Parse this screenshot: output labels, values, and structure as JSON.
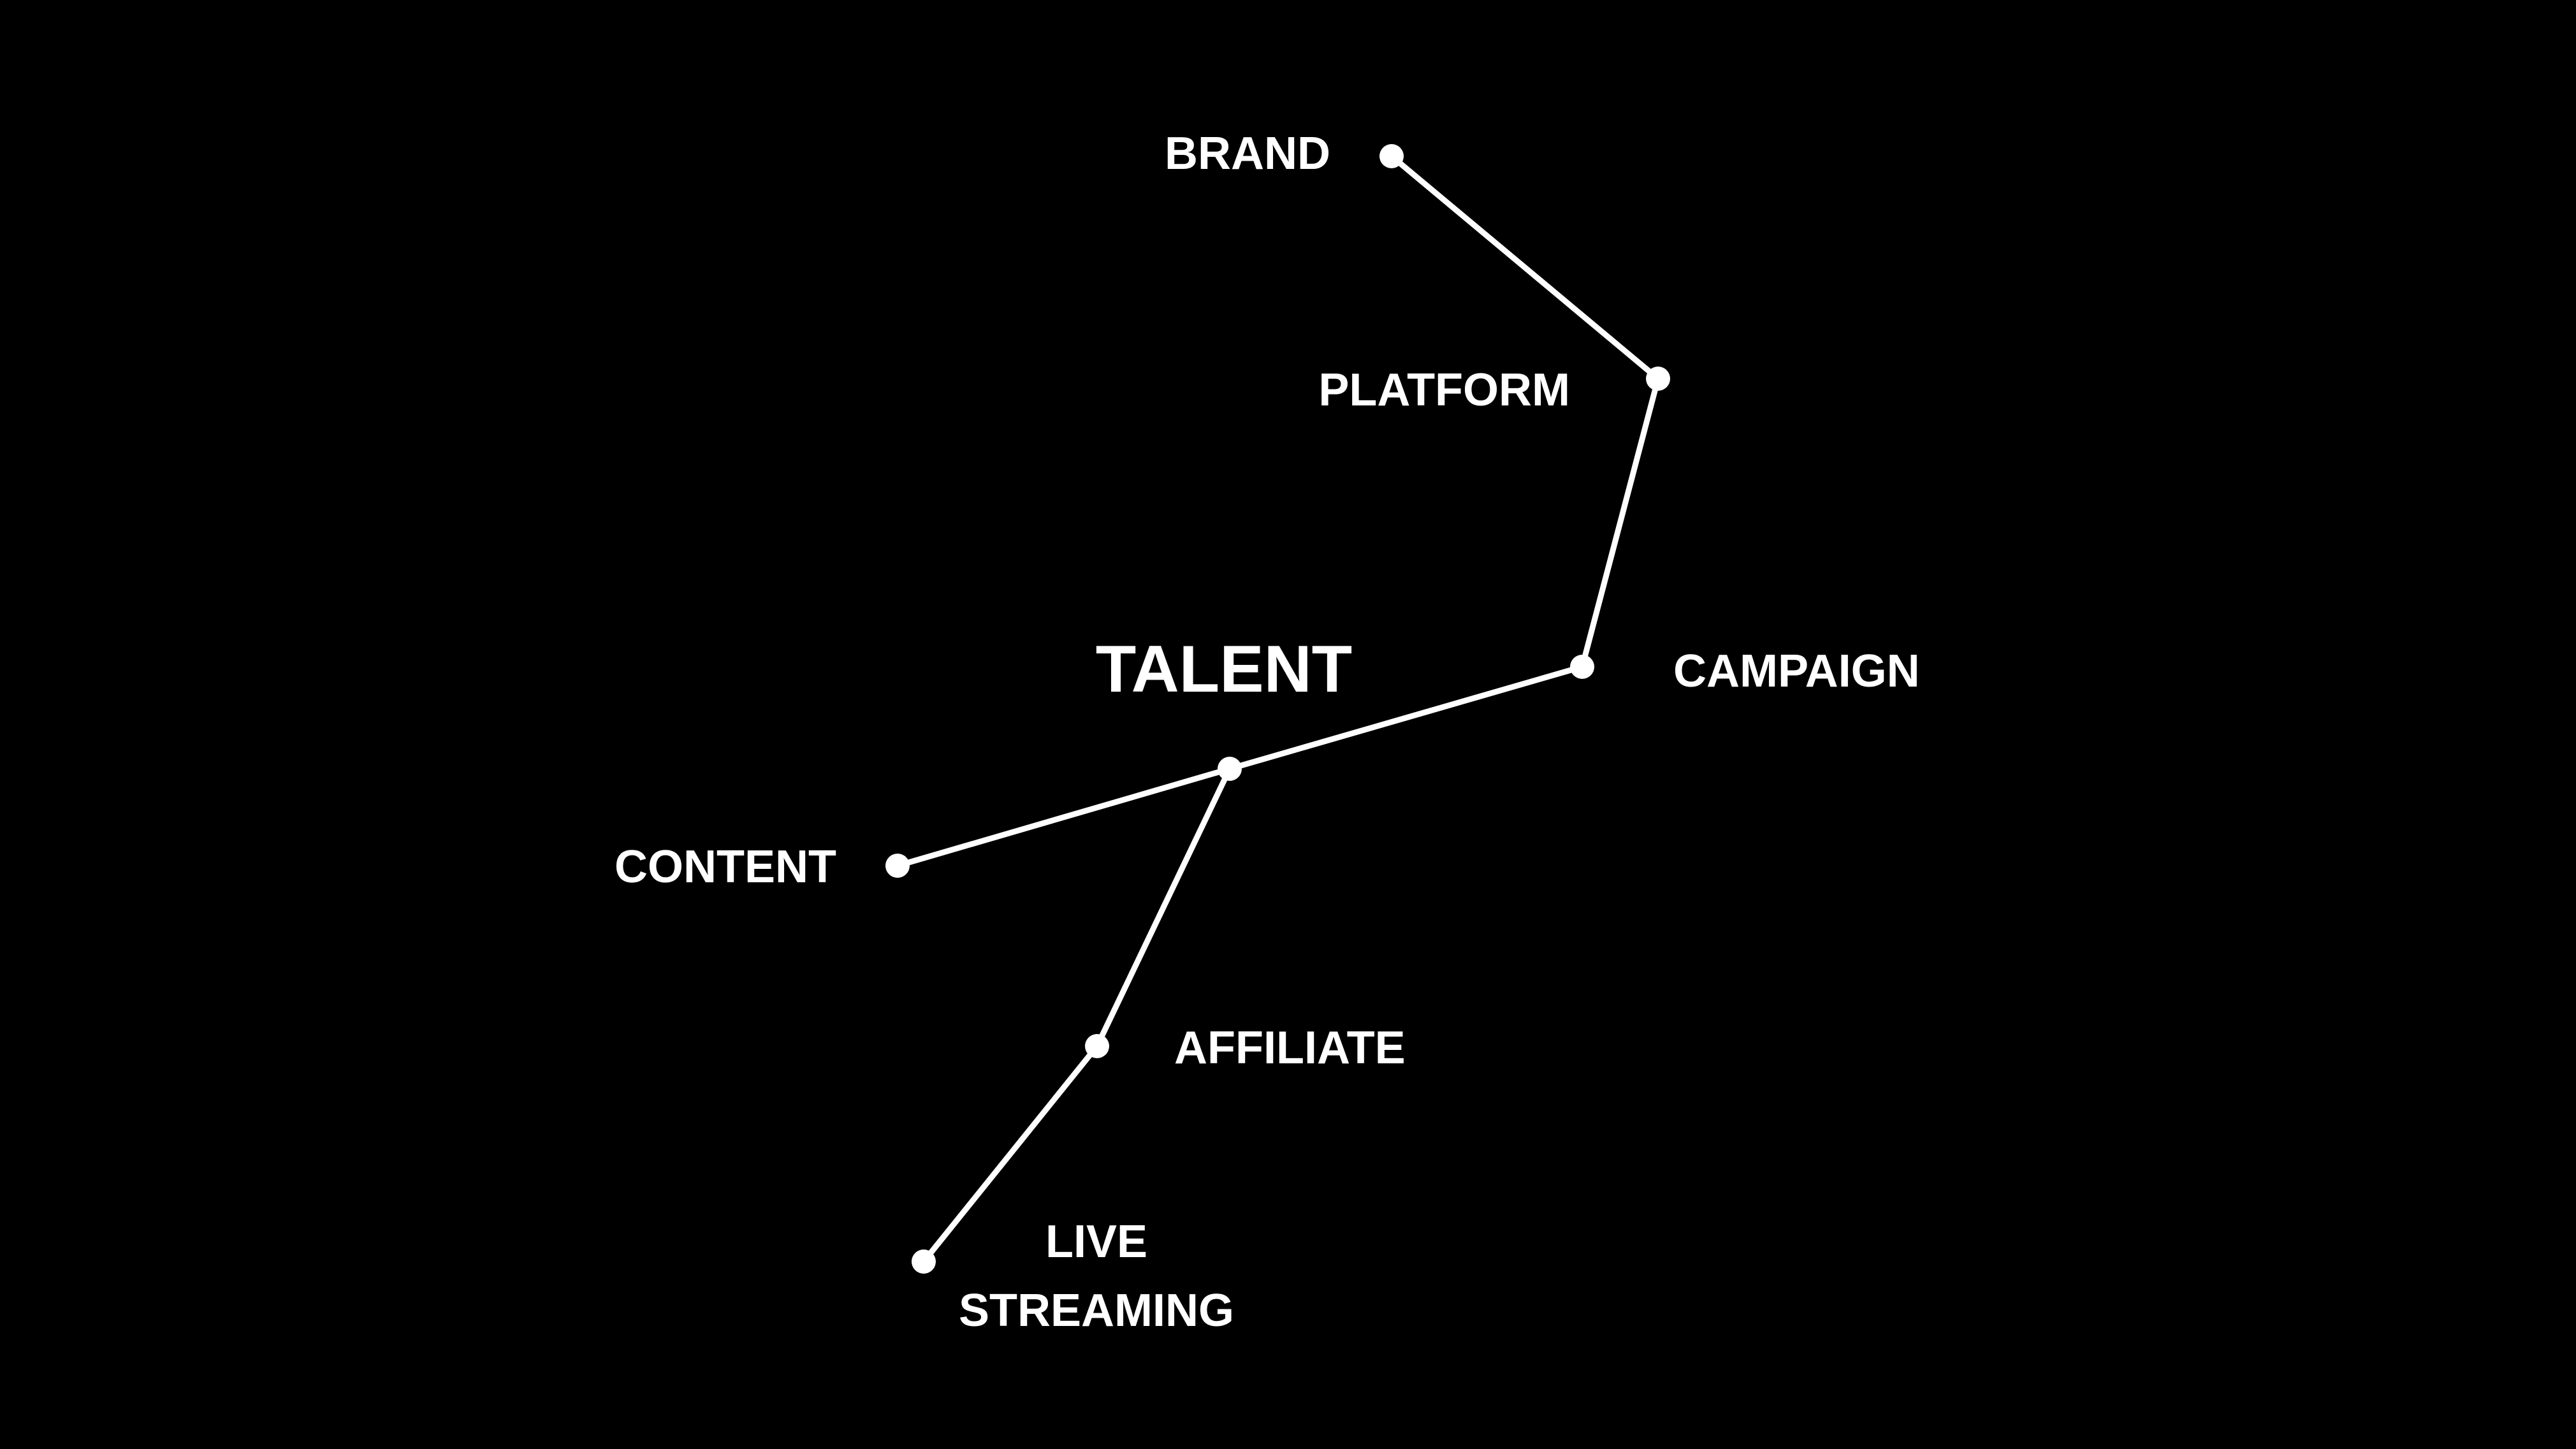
{
  "diagram": {
    "background_color": "#000000",
    "foreground_color": "#ffffff",
    "nodes": {
      "brand": {
        "label": "BRAND"
      },
      "platform": {
        "label": "PLATFORM"
      },
      "campaign": {
        "label": "CAMPAIGN"
      },
      "talent": {
        "label": "TALENT"
      },
      "content": {
        "label": "CONTENT"
      },
      "affiliate": {
        "label": "AFFILIATE"
      },
      "live_streaming": {
        "label_line1": "LIVE",
        "label_line2": "STREAMING"
      }
    },
    "edges": [
      {
        "from": "brand",
        "to": "platform"
      },
      {
        "from": "platform",
        "to": "campaign"
      },
      {
        "from": "campaign",
        "to": "talent"
      },
      {
        "from": "talent",
        "to": "content"
      },
      {
        "from": "talent",
        "to": "affiliate"
      },
      {
        "from": "affiliate",
        "to": "live_streaming"
      }
    ]
  }
}
